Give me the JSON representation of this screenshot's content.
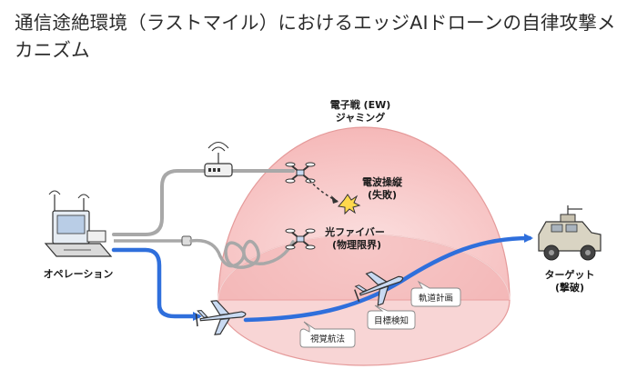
{
  "title": "通信途絶環境（ラストマイル）におけるエッジAIドローンの自律攻撃メカニズム",
  "labels": {
    "ew_line1": "電子戦 (EW)",
    "ew_line2": "ジャミング",
    "radio_line1": "電波操縦",
    "radio_line2": "(失敗)",
    "fiber_line1": "光ファイバー",
    "fiber_line2": "(物理限界)",
    "operation": "オペレーション",
    "target_line1": "ターゲット",
    "target_line2": "(撃破)"
  },
  "tags": {
    "visual_nav": "視覚航法",
    "target_detect": "目標検知",
    "trajectory": "軌道計画"
  },
  "colors": {
    "dome_fill": "#f7c6c6",
    "dome_stroke": "#e59a9a",
    "path_blue": "#2f6fdc",
    "cable_gray": "#a8a8a8",
    "drone_blue": "#c9daf2"
  }
}
